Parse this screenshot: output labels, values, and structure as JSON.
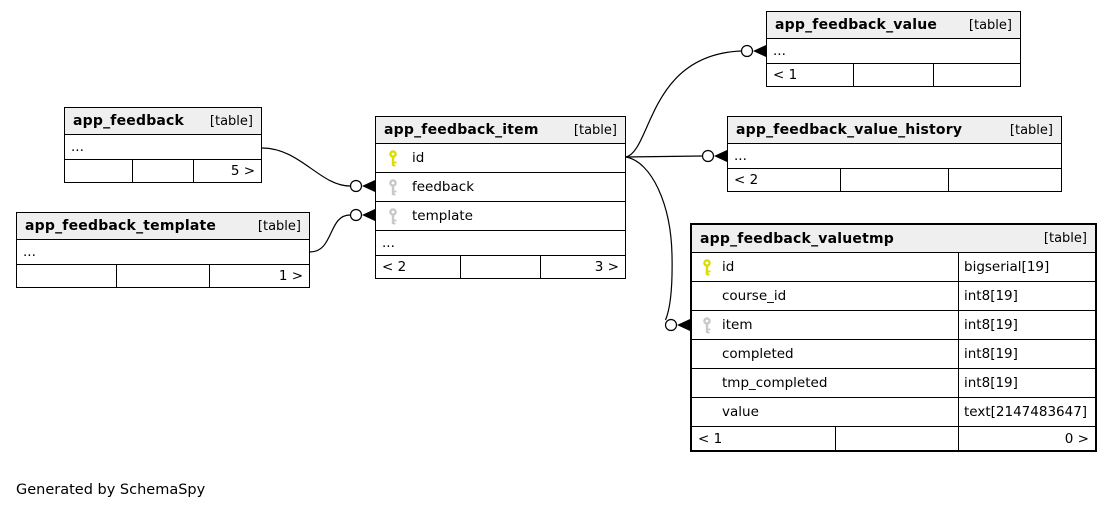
{
  "diagram": {
    "generator_note": "Generated by SchemaSpy"
  },
  "colors": {
    "primary_key": "#dcdc00",
    "foreign_key": "#c8c8c8",
    "header_bg": "#efefef",
    "line": "#000000"
  },
  "tables": {
    "app_feedback": {
      "name": "app_feedback",
      "tag": "[table]",
      "ellipsis": "...",
      "footer": {
        "left": "",
        "mid": "",
        "right": "5 >"
      }
    },
    "app_feedback_template": {
      "name": "app_feedback_template",
      "tag": "[table]",
      "ellipsis": "...",
      "footer": {
        "left": "",
        "mid": "",
        "right": "1 >"
      }
    },
    "app_feedback_item": {
      "name": "app_feedback_item",
      "tag": "[table]",
      "ellipsis": "...",
      "columns": [
        {
          "name": "id",
          "key": "primary"
        },
        {
          "name": "feedback",
          "key": "foreign"
        },
        {
          "name": "template",
          "key": "foreign"
        }
      ],
      "footer": {
        "left": "< 2",
        "mid": "",
        "right": "3 >"
      }
    },
    "app_feedback_value": {
      "name": "app_feedback_value",
      "tag": "[table]",
      "ellipsis": "...",
      "footer": {
        "left": "< 1",
        "mid": "",
        "right": ""
      }
    },
    "app_feedback_value_history": {
      "name": "app_feedback_value_history",
      "tag": "[table]",
      "ellipsis": "...",
      "footer": {
        "left": "< 2",
        "mid": "",
        "right": ""
      }
    },
    "app_feedback_valuetmp": {
      "name": "app_feedback_valuetmp",
      "tag": "[table]",
      "columns": [
        {
          "name": "id",
          "type": "bigserial[19]",
          "key": "primary"
        },
        {
          "name": "course_id",
          "type": "int8[19]",
          "key": ""
        },
        {
          "name": "item",
          "type": "int8[19]",
          "key": "foreign"
        },
        {
          "name": "completed",
          "type": "int8[19]",
          "key": ""
        },
        {
          "name": "tmp_completed",
          "type": "int8[19]",
          "key": ""
        },
        {
          "name": "value",
          "type": "text[2147483647]",
          "key": ""
        }
      ],
      "footer": {
        "left": "< 1",
        "mid": "",
        "right": "0 >"
      }
    }
  }
}
